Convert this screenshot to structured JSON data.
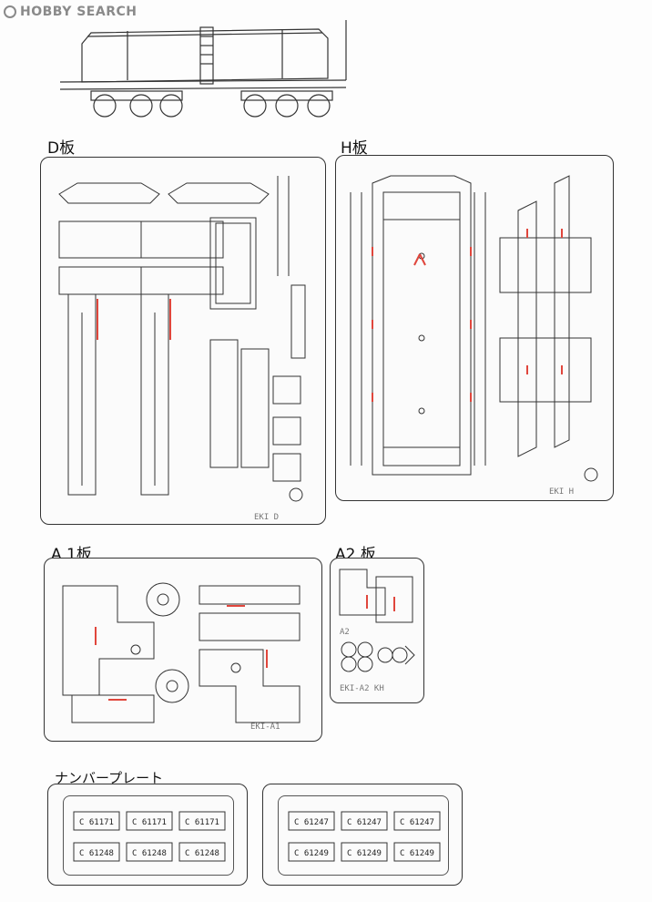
{
  "watermark": {
    "text": "HOBBY SEARCH"
  },
  "sheets": {
    "D": {
      "label": "D板",
      "code": "EKI D"
    },
    "H": {
      "label": "H板",
      "code": "EKI H"
    },
    "A1": {
      "label": "A 1板",
      "code": "EKI-A1"
    },
    "A2": {
      "label": "A2  板",
      "code": "EKI-A2 KH",
      "side": "A2"
    }
  },
  "number_plates": {
    "label": "ナンバープレート",
    "left": [
      "C 61171",
      "C 61171",
      "C 61171",
      "C 61248",
      "C 61248",
      "C 61248"
    ],
    "right": [
      "C 61247",
      "C 61247",
      "C 61247",
      "C 61249",
      "C 61249",
      "C 61249"
    ]
  },
  "colors": {
    "line": "#333333",
    "accent": "#e0463c",
    "watermark": "#8a8a8a"
  }
}
